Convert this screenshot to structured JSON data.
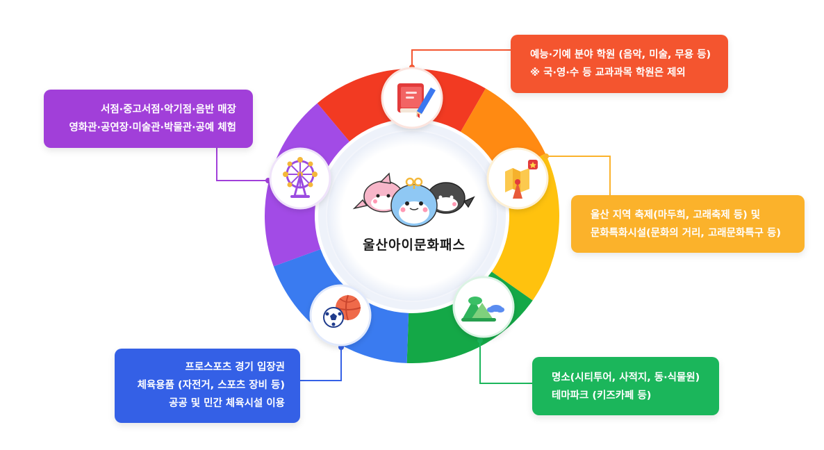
{
  "logo": {
    "text": "울산아이문화패스"
  },
  "colors": {
    "arts": "#f4552f",
    "festival": "#fbb22b",
    "tour": "#1bb65b",
    "sports": "#3460e6",
    "bookstore": "#a13fd9",
    "ring_red": "#f23a22",
    "ring_orange": "#ff8a12",
    "ring_yellow": "#ffc20e",
    "ring_green": "#14a847",
    "ring_blue": "#3a7bf0",
    "ring_purple": "#a24be6"
  },
  "categories": {
    "arts": {
      "icon": "book-pencil-icon",
      "lines": [
        "예능·기예 분야 학원 (음악, 미술, 무용 등)",
        "※ 국·영·수 등 교과과목 학원은 제외"
      ]
    },
    "bookstore": {
      "icon": "ferris-wheel-icon",
      "lines": [
        "서점·중고서점·악기점·음반 매장",
        "영화관·공연장·미술관·박물관·공예 체험"
      ]
    },
    "festival": {
      "icon": "map-pin-icon",
      "lines": [
        "울산 지역 축제(마두희, 고래축제 등) 및",
        "문화특화시설(문화의 거리, 고래문화특구 등)"
      ]
    },
    "sports": {
      "icon": "sports-balls-icon",
      "lines": [
        "프로스포츠 경기 입장권",
        "체육용품 (자전거, 스포츠 장비 등)",
        "공공 및 민간 체육시설 이용"
      ]
    },
    "tour": {
      "icon": "mountain-cloud-icon",
      "lines": [
        "명소(시티투어, 사적지, 동·식물원)",
        "테마파크 (키즈카페 등)"
      ]
    }
  }
}
